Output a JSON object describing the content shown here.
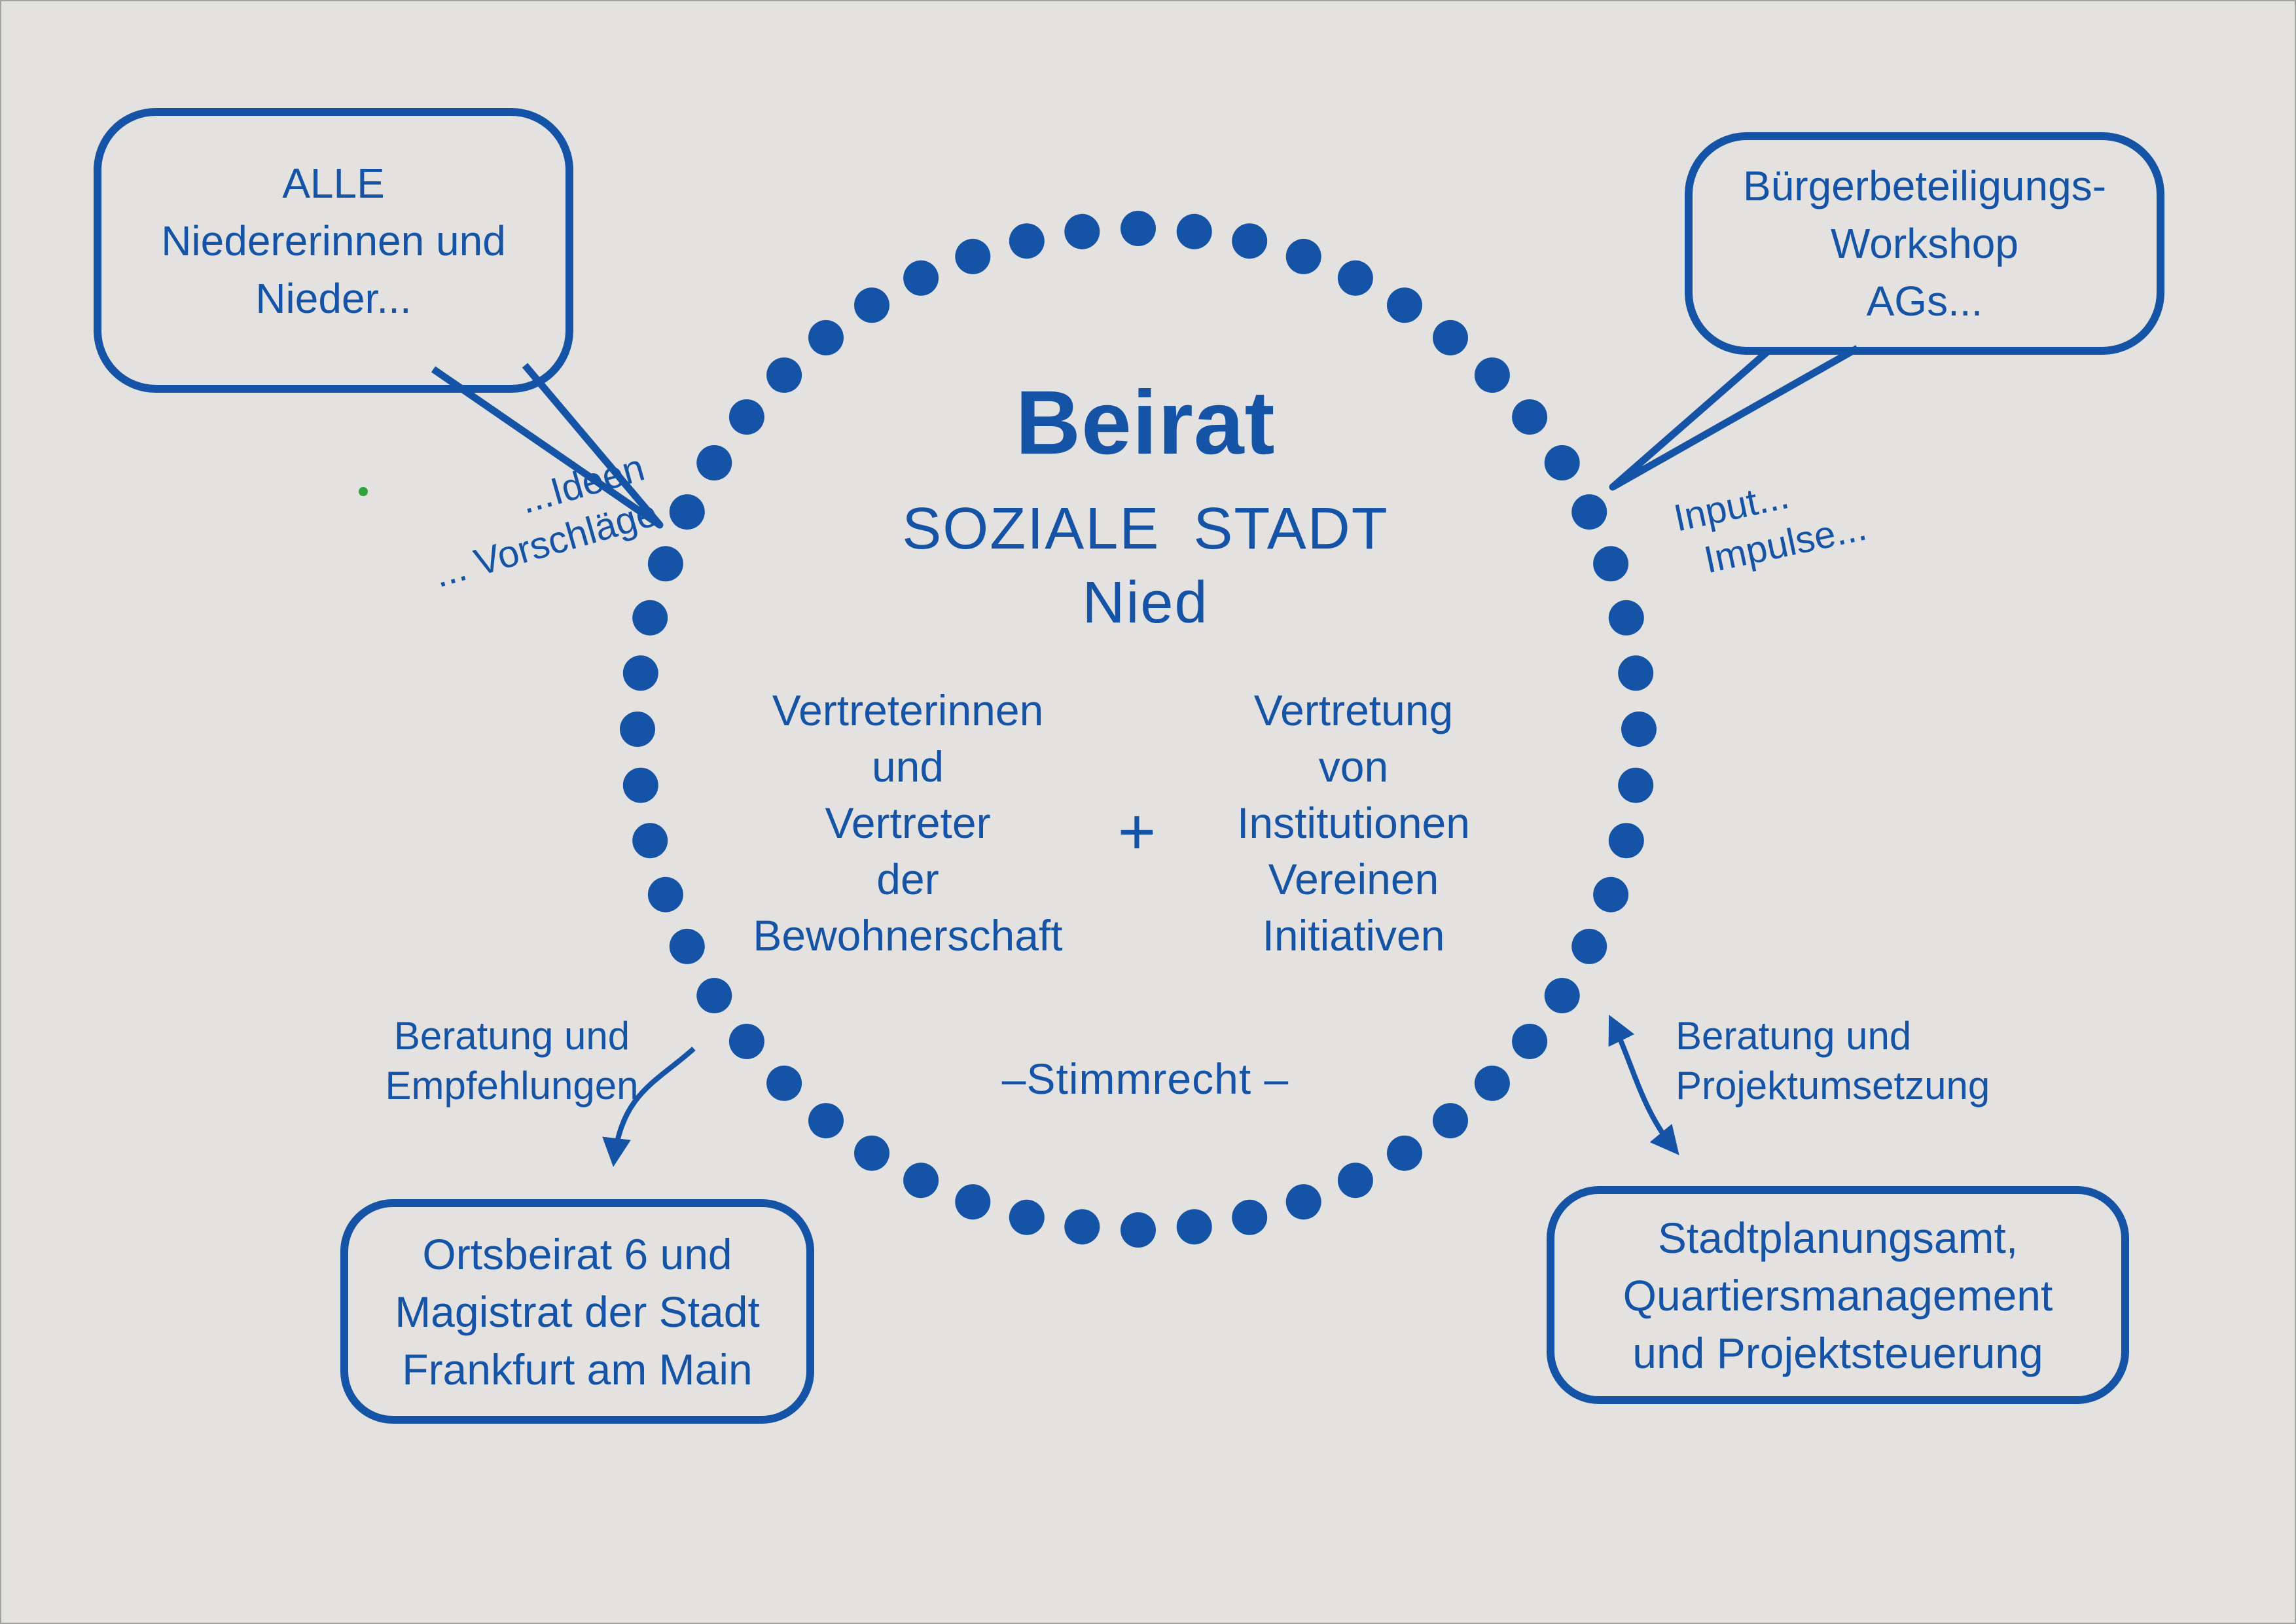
{
  "colors": {
    "blue": "#1453a5",
    "background": "#e3e2e0",
    "artifact_green": "#2fa43c"
  },
  "center_circle": {
    "title": "Beirat",
    "subtitle_line1": "SOZIALE STADT",
    "subtitle_line2": "Nied",
    "left_column": [
      "Vertreterinnen",
      "und",
      "Vertreter",
      "der",
      "Bewohnerschaft"
    ],
    "plus_sign": "+",
    "right_column": [
      "Vertretung",
      "von",
      "Institutionen",
      "Vereinen",
      "Initiativen"
    ],
    "voting_note": "–Stimmrecht –"
  },
  "speech_bubble_top_left": {
    "lines": [
      "ALLE",
      "Niedererinnen und",
      "Nieder..."
    ]
  },
  "speech_bubble_top_right": {
    "lines": [
      "Bürgerbeteiligungs-",
      "Workshop",
      "AGs..."
    ]
  },
  "box_bottom_left": {
    "lines": [
      "Ortsbeirat 6 und",
      "Magistrat der Stadt",
      "Frankfurt am Main"
    ]
  },
  "box_bottom_right": {
    "lines": [
      "Stadtplanungsamt,",
      "Quartiersmanagement",
      "und Projektsteuerung"
    ]
  },
  "annotations": {
    "ideas_line1": "...Ideen",
    "ideas_line2": "... Vorschläge",
    "input_line1": "Input...",
    "input_line2": "Impulse...",
    "advice_left_line1": "Beratung und",
    "advice_left_line2": "Empfehlungen",
    "advice_right_line1": "Beratung und",
    "advice_right_line2": "Projektumsetzung"
  }
}
